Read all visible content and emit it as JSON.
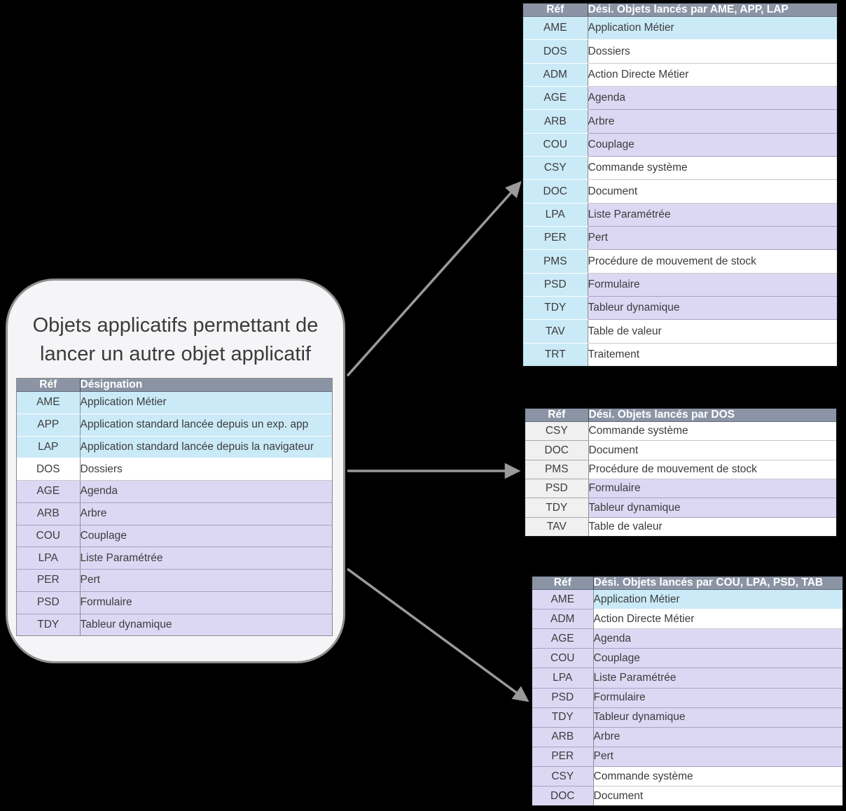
{
  "colors": {
    "background": "#000000",
    "table_header_bg": "#8b94a5",
    "table_header_text": "#ffffff",
    "row_blue": "#cbeaf8",
    "row_lavender": "#dcd8f4",
    "row_white": "#ffffff",
    "row_gray": "#f0f0f0",
    "source_box_bg": "#f5f4f6",
    "arrow": "#9a9a9a",
    "cell_text": "#3c3c3c"
  },
  "source_box": {
    "title_line1": "Objets applicatifs permettant de",
    "title_line2": "lancer un autre objet applicatif",
    "table": {
      "ref_header": "Réf",
      "desig_header": "Désignation",
      "rows": [
        {
          "ref": "AME",
          "label": "Application Métier",
          "ref_bg": "blue",
          "label_bg": "blue"
        },
        {
          "ref": "APP",
          "label": "Application standard lancée depuis un exp. app",
          "ref_bg": "blue",
          "label_bg": "blue"
        },
        {
          "ref": "LAP",
          "label": "Application standard lancée depuis la navigateur",
          "ref_bg": "blue",
          "label_bg": "blue"
        },
        {
          "ref": "DOS",
          "label": "Dossiers",
          "ref_bg": "white",
          "label_bg": "white"
        },
        {
          "ref": "AGE",
          "label": "Agenda",
          "ref_bg": "lav",
          "label_bg": "lav"
        },
        {
          "ref": "ARB",
          "label": "Arbre",
          "ref_bg": "lav",
          "label_bg": "lav"
        },
        {
          "ref": "COU",
          "label": "Couplage",
          "ref_bg": "lav",
          "label_bg": "lav"
        },
        {
          "ref": "LPA",
          "label": "Liste Paramétrée",
          "ref_bg": "lav",
          "label_bg": "lav"
        },
        {
          "ref": "PER",
          "label": "Pert",
          "ref_bg": "lav",
          "label_bg": "lav"
        },
        {
          "ref": "PSD",
          "label": "Formulaire",
          "ref_bg": "lav",
          "label_bg": "lav"
        },
        {
          "ref": "TDY",
          "label": "Tableur dynamique",
          "ref_bg": "lav",
          "label_bg": "lav"
        }
      ]
    }
  },
  "target_tables": [
    {
      "id": "launched-by-ame-app-lap",
      "ref_header": "Réf",
      "desig_header": "Dési. Objets lancés par AME, APP, LAP",
      "rows": [
        {
          "ref": "AME",
          "label": "Application Métier",
          "ref_bg": "blue",
          "label_bg": "blue"
        },
        {
          "ref": "DOS",
          "label": "Dossiers",
          "ref_bg": "blue",
          "label_bg": "white"
        },
        {
          "ref": "ADM",
          "label": "Action Directe Métier",
          "ref_bg": "blue",
          "label_bg": "white"
        },
        {
          "ref": "AGE",
          "label": "Agenda",
          "ref_bg": "blue",
          "label_bg": "lav"
        },
        {
          "ref": "ARB",
          "label": "Arbre",
          "ref_bg": "blue",
          "label_bg": "lav"
        },
        {
          "ref": "COU",
          "label": "Couplage",
          "ref_bg": "blue",
          "label_bg": "lav"
        },
        {
          "ref": "CSY",
          "label": "Commande système",
          "ref_bg": "blue",
          "label_bg": "white"
        },
        {
          "ref": "DOC",
          "label": "Document",
          "ref_bg": "blue",
          "label_bg": "white"
        },
        {
          "ref": "LPA",
          "label": "Liste Paramétrée",
          "ref_bg": "blue",
          "label_bg": "lav"
        },
        {
          "ref": "PER",
          "label": "Pert",
          "ref_bg": "blue",
          "label_bg": "lav"
        },
        {
          "ref": "PMS",
          "label": "Procédure de mouvement de stock",
          "ref_bg": "blue",
          "label_bg": "white"
        },
        {
          "ref": "PSD",
          "label": "Formulaire",
          "ref_bg": "blue",
          "label_bg": "lav"
        },
        {
          "ref": "TDY",
          "label": "Tableur dynamique",
          "ref_bg": "blue",
          "label_bg": "lav"
        },
        {
          "ref": "TAV",
          "label": "Table de valeur",
          "ref_bg": "blue",
          "label_bg": "white"
        },
        {
          "ref": "TRT",
          "label": "Traitement",
          "ref_bg": "blue",
          "label_bg": "white"
        }
      ]
    },
    {
      "id": "launched-by-dos",
      "ref_header": "Réf",
      "desig_header": "Dési. Objets lancés par DOS",
      "rows": [
        {
          "ref": "CSY",
          "label": "Commande système",
          "ref_bg": "gray",
          "label_bg": "white"
        },
        {
          "ref": "DOC",
          "label": "Document",
          "ref_bg": "gray",
          "label_bg": "white"
        },
        {
          "ref": "PMS",
          "label": "Procédure de mouvement de stock",
          "ref_bg": "gray",
          "label_bg": "white"
        },
        {
          "ref": "PSD",
          "label": "Formulaire",
          "ref_bg": "gray",
          "label_bg": "lav"
        },
        {
          "ref": "TDY",
          "label": "Tableur dynamique",
          "ref_bg": "gray",
          "label_bg": "lav"
        },
        {
          "ref": "TAV",
          "label": "Table de valeur",
          "ref_bg": "gray",
          "label_bg": "white"
        }
      ]
    },
    {
      "id": "launched-by-cou-lpa-psd-tab",
      "ref_header": "Réf",
      "desig_header": "Dési. Objets lancés par COU, LPA, PSD, TAB",
      "rows": [
        {
          "ref": "AME",
          "label": "Application Métier",
          "ref_bg": "lav",
          "label_bg": "blue"
        },
        {
          "ref": "ADM",
          "label": "Action Directe Métier",
          "ref_bg": "lav",
          "label_bg": "white"
        },
        {
          "ref": "AGE",
          "label": "Agenda",
          "ref_bg": "lav",
          "label_bg": "lav"
        },
        {
          "ref": "COU",
          "label": "Couplage",
          "ref_bg": "lav",
          "label_bg": "lav"
        },
        {
          "ref": "LPA",
          "label": "Liste Paramétrée",
          "ref_bg": "lav",
          "label_bg": "lav"
        },
        {
          "ref": "PSD",
          "label": "Formulaire",
          "ref_bg": "lav",
          "label_bg": "lav"
        },
        {
          "ref": "TDY",
          "label": "Tableur dynamique",
          "ref_bg": "lav",
          "label_bg": "lav"
        },
        {
          "ref": "ARB",
          "label": "Arbre",
          "ref_bg": "lav",
          "label_bg": "lav"
        },
        {
          "ref": "PER",
          "label": "Pert",
          "ref_bg": "lav",
          "label_bg": "lav"
        },
        {
          "ref": "CSY",
          "label": "Commande système",
          "ref_bg": "lav",
          "label_bg": "white"
        },
        {
          "ref": "DOC",
          "label": "Document",
          "ref_bg": "lav",
          "label_bg": "white"
        }
      ]
    }
  ],
  "arrows": [
    {
      "from": "source-box",
      "to": "table-launched-by-ame-app-lap"
    },
    {
      "from": "source-box",
      "to": "table-launched-by-dos"
    },
    {
      "from": "source-box",
      "to": "table-launched-by-cou-lpa-psd-tab"
    }
  ]
}
